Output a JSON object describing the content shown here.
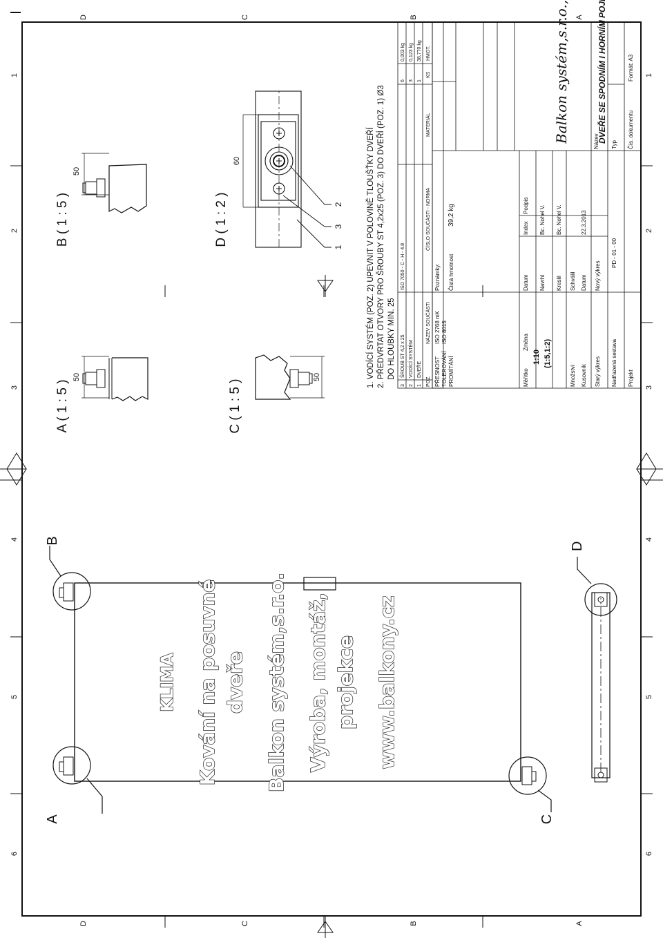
{
  "zones": {
    "numbers": [
      "6",
      "5",
      "4",
      "3",
      "2",
      "1"
    ],
    "letters": [
      "A",
      "B",
      "C",
      "D"
    ]
  },
  "views": {
    "A": {
      "letter": "A",
      "label": "A ( 1 : 5 )",
      "dim": "50"
    },
    "B": {
      "letter": "B",
      "label": "B ( 1 : 5 )",
      "dim": "50"
    },
    "C": {
      "letter": "C",
      "label": "C ( 1 : 5 )",
      "dim": "50"
    },
    "D": {
      "letter": "D",
      "label": "D ( 1 : 2 )",
      "dim": "60"
    }
  },
  "balloons": [
    "1",
    "2",
    "3"
  ],
  "notes": [
    "1. VODÍCÍ SYSTÉM (POZ. 2) UPEVNIT V POLOVINĚ TLOUŠŤKY DVEŘÍ",
    "2. PŘEDVRTAT OTVORY PRO ŠROUBY ST 4,2x25 (POZ. 3) DO DVEŘÍ (POZ. 1) Ø3",
    "DO HLOUBKY MIN. 25"
  ],
  "watermark": [
    "KLIMA",
    "Kování na posuvné",
    "dveře",
    "Balkon systém,s.r.o.",
    "Výroba, montáž,",
    "projekce",
    "www.balkony.cz"
  ],
  "bom": {
    "rows": [
      {
        "pos": "3",
        "name": "ŠROUB ST 4,2 x 25",
        "norm": "ISO 7050 - C - H - 4.8",
        "material": "",
        "qty": "6",
        "mass": "0,003 kg"
      },
      {
        "pos": "2",
        "name": "VODÍCÍ SYSTÉM",
        "norm": "",
        "material": "",
        "qty": "3",
        "mass": "0,123 kg"
      },
      {
        "pos": "1",
        "name": "DVEŘE",
        "norm": "",
        "material": "",
        "qty": "1",
        "mass": "38,770 kg"
      }
    ],
    "header": {
      "pos": "POZ.",
      "name": "NÁZEV SOUČÁSTI",
      "norm": "ČÍSLO SOUČÁSTI - NORMA",
      "material": "MATERIÁL",
      "qty": "KS",
      "mass": "HMOT."
    }
  },
  "title_block": {
    "meritko_label": "Měřítko",
    "meritko": "1:10",
    "meritko2": "(1:5,1:2)",
    "zmena": "Změna",
    "datum": "Datum",
    "index": "Index",
    "podpis": "Podpis",
    "navrhl": "Navrhl",
    "kreslil": "Kreslil",
    "schvalil": "Schválil",
    "datum2": "Datum",
    "navrhl_who": "Bc. Nohel V.",
    "kreslil_who": "Bc. Nohel V.",
    "date": "22.3.2013",
    "mnozstvi": "Množství",
    "kusovnik": "Kusovník",
    "stary": "Starý výkres",
    "novy": "Nový výkres",
    "nadrazena": "Nadřazená sestava",
    "projekt": "Projekt",
    "doc_no": "PD - 01 - 00",
    "presnost": "PŘESNOST",
    "presnost_val": "ISO 2768 mK",
    "tolerovani": "TOLEROVÁNÍ",
    "tolerovani_val": "ISO 8015",
    "promitani": "PROMÍTÁNÍ",
    "poznamky": "Poznámky:",
    "hmotnost_label": "Čistá hmotnost",
    "hmotnost": "39,2 kg",
    "company": "Balkon systém,s.r.o., Karel Hart",
    "nazev_label": "Název",
    "nazev": "DVEŘE SE SPODNÍM I HORNÍM POJEZDEM",
    "typ": "Typ",
    "cis": "Čís. dokumentu",
    "format": "Formát: A3"
  }
}
